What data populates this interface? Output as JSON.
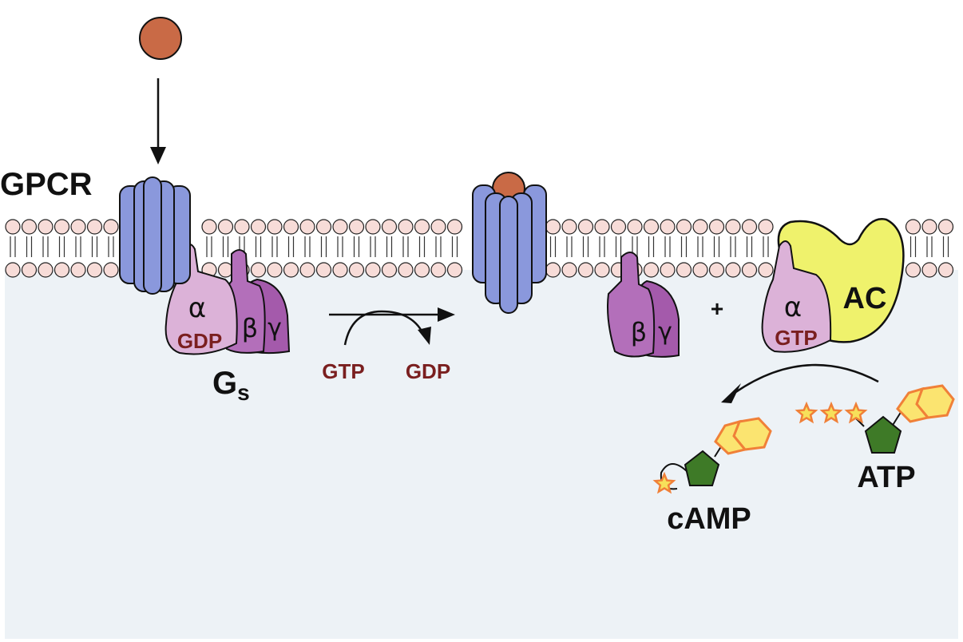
{
  "labels": {
    "gpcr": "GPCR",
    "alpha": "α",
    "beta": "β",
    "gamma": "γ",
    "gdp_bound": "GDP",
    "gtp_bound": "GTP",
    "gs_main": "G",
    "gs_sub": "s",
    "gtp_in": "GTP",
    "gdp_out": "GDP",
    "plus": "+",
    "ac": "AC",
    "camp": "cAMP",
    "atp": "ATP"
  },
  "colors": {
    "background": "#edf2f6",
    "lipid_head": "#f7dcd8",
    "receptor": "#8a98dc",
    "ligand": "#c96a46",
    "alpha_subunit": "#dcb2d8",
    "beta_gamma": "#b36fba",
    "ac": "#eff26c",
    "nucleotide_label": "#7a1f1f",
    "pentose": "#3e7a27",
    "adenine": "#fbe470",
    "adenine_stroke": "#f08038",
    "phosphate": "#f7e05a"
  }
}
